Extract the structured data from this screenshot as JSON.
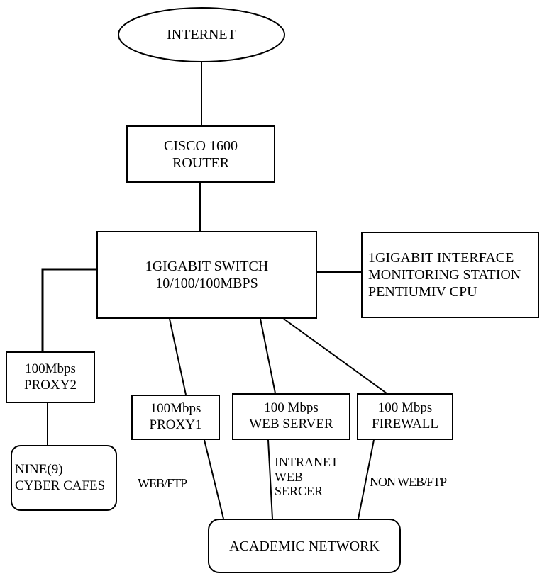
{
  "nodes": {
    "internet": {
      "lines": [
        "INTERNET"
      ]
    },
    "router": {
      "lines": [
        "CISCO 1600",
        "ROUTER"
      ]
    },
    "switch": {
      "lines": [
        "1GIGABIT SWITCH",
        "10/100/100MBPS"
      ]
    },
    "monitoring": {
      "lines": [
        "1GIGABIT INTERFACE",
        "MONITORING STATION",
        "PENTIUMIV CPU"
      ]
    },
    "proxy2": {
      "lines": [
        "100Mbps",
        "PROXY2"
      ]
    },
    "cafes": {
      "lines": [
        "NINE(9)",
        "CYBER CAFES"
      ]
    },
    "proxy1": {
      "lines": [
        "100Mbps",
        "PROXY1"
      ]
    },
    "webserver": {
      "lines": [
        "100 Mbps",
        "WEB  SERVER"
      ]
    },
    "firewall": {
      "lines": [
        "100 Mbps",
        "FIREWALL"
      ]
    },
    "academic": {
      "lines": [
        "ACADEMIC   NETWORK"
      ]
    }
  },
  "edge_labels": {
    "webftp": {
      "lines": [
        "WEB/FTP"
      ]
    },
    "intranet": {
      "lines": [
        "INTRANET",
        "WEB",
        "SERCER"
      ]
    },
    "nonweb": {
      "lines": [
        "NON WEB/FTP"
      ]
    }
  }
}
